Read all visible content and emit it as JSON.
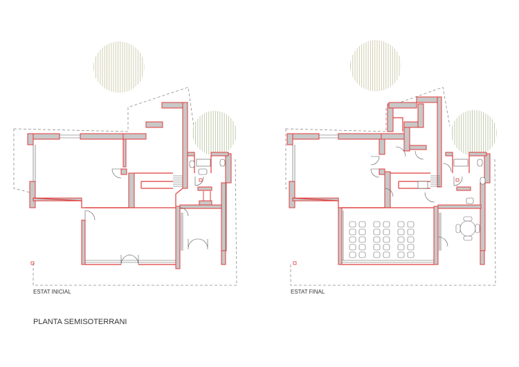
{
  "labels": {
    "initial": "ESTAT INICIAL",
    "final": "ESTAT FINAL",
    "title": "PLANTA SEMISOTERRANI"
  },
  "colors": {
    "wall_fill": "#c8c8c8",
    "wall_stroke": "#e03a3a",
    "thin_line": "#555555",
    "dash": "#8a8a8a",
    "tree_hatch": "#c9c7a4"
  }
}
